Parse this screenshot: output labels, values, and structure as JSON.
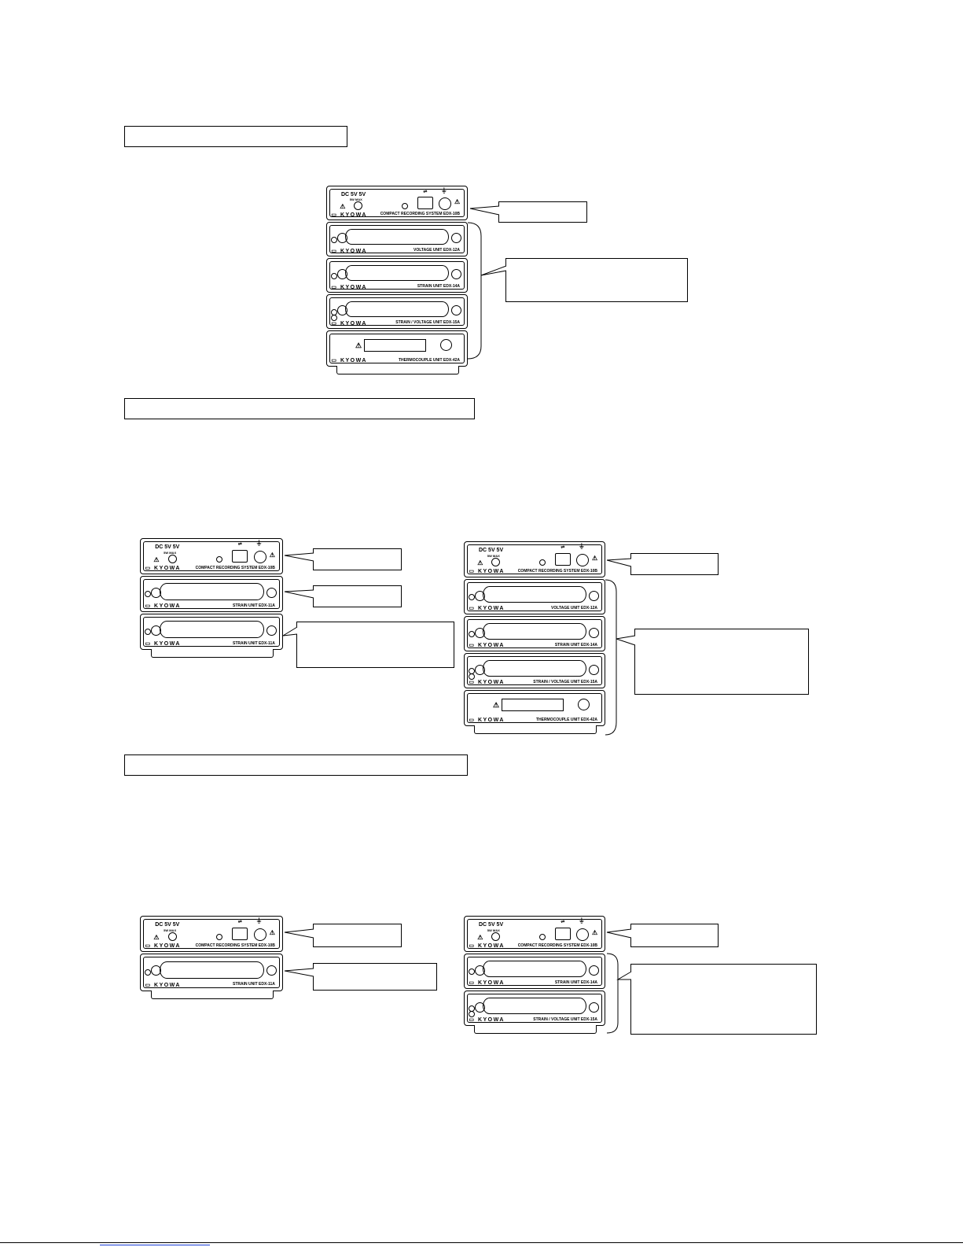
{
  "sections": [
    {
      "title": ""
    },
    {
      "title": ""
    },
    {
      "title": ""
    }
  ],
  "callouts": {
    "fig1_controller": "",
    "fig1_units": "",
    "fig2a_controller": "",
    "fig2a_unit1": "",
    "fig2a_unit2": "",
    "fig2b_controller": "",
    "fig2b_units": "",
    "fig3a_controller": "",
    "fig3a_unit": "",
    "fig3b_controller": "",
    "fig3b_units": ""
  },
  "device_labels": {
    "brand": "KYOWA",
    "power": "DC 5V 5V",
    "power_sub": "5W MAX",
    "controller_model": "COMPACT RECORDING SYSTEM EDX-10B",
    "voltage_model": "VOLTAGE UNIT EDX-12A",
    "strain_14_model": "STRAIN UNIT EDX-14A",
    "strain_voltage_model": "STRAIN / VOLTAGE UNIT EDX-15A",
    "thermocouple_model": "THERMOCOUPLE UNIT EDX-42A",
    "strain_11_model": "STRAIN UNIT EDX-11A"
  },
  "icons": {
    "usb": "usb-icon",
    "ground": "ground-terminal-icon",
    "warning": "warning-triangle-icon"
  }
}
